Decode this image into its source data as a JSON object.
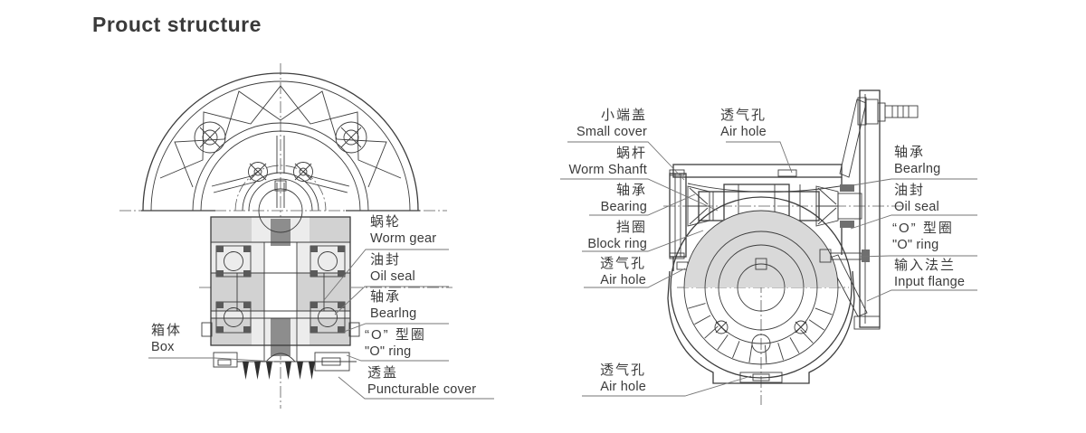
{
  "page": {
    "title": "Prouct structure"
  },
  "colors": {
    "line": "#3c3c3c",
    "centerline": "#5a5a5a",
    "leader": "#757575",
    "fill_light": "#dcdcdc",
    "fill_mid": "#d2d2d2",
    "fill_dark": "#8d8d8d",
    "text": "#3b3b3b",
    "background": "#ffffff"
  },
  "left_diagram": {
    "description": "worm gearbox - front face and vertical section view",
    "labels": {
      "worm_gear": {
        "zh": "蜗轮",
        "en": "Worm gear"
      },
      "oil_seal": {
        "zh": "油封",
        "en": "Oil seal"
      },
      "bearing": {
        "zh": "轴承",
        "en": "Bearlng"
      },
      "o_ring": {
        "zh": "“O” 型圈",
        "en": "\"O\" ring"
      },
      "puncturable_cover": {
        "zh": "透盖",
        "en": "Puncturable cover"
      },
      "box": {
        "zh": "箱体",
        "en": "Box"
      }
    }
  },
  "right_diagram": {
    "description": "worm gearbox - side section through worm shaft and wheel",
    "labels": {
      "small_cover": {
        "zh": "小端盖",
        "en": "Small cover"
      },
      "air_hole_top": {
        "zh": "透气孔",
        "en": "Air hole"
      },
      "worm_shaft": {
        "zh": "蜗杆",
        "en": "Worm Shanft"
      },
      "bearing_left": {
        "zh": "轴承",
        "en": "Bearing"
      },
      "block_ring": {
        "zh": "挡圈",
        "en": "Block ring"
      },
      "air_hole_left": {
        "zh": "透气孔",
        "en": "Air hole"
      },
      "bearing_right": {
        "zh": "轴承",
        "en": "Bearlng"
      },
      "oil_seal_right": {
        "zh": "油封",
        "en": "Oil seal"
      },
      "o_ring_right": {
        "zh": "“O” 型圈",
        "en": "\"O\" ring"
      },
      "input_flange": {
        "zh": "输入法兰",
        "en": "Input flange"
      },
      "air_hole_bottom": {
        "zh": "透气孔",
        "en": "Air hole"
      }
    }
  }
}
